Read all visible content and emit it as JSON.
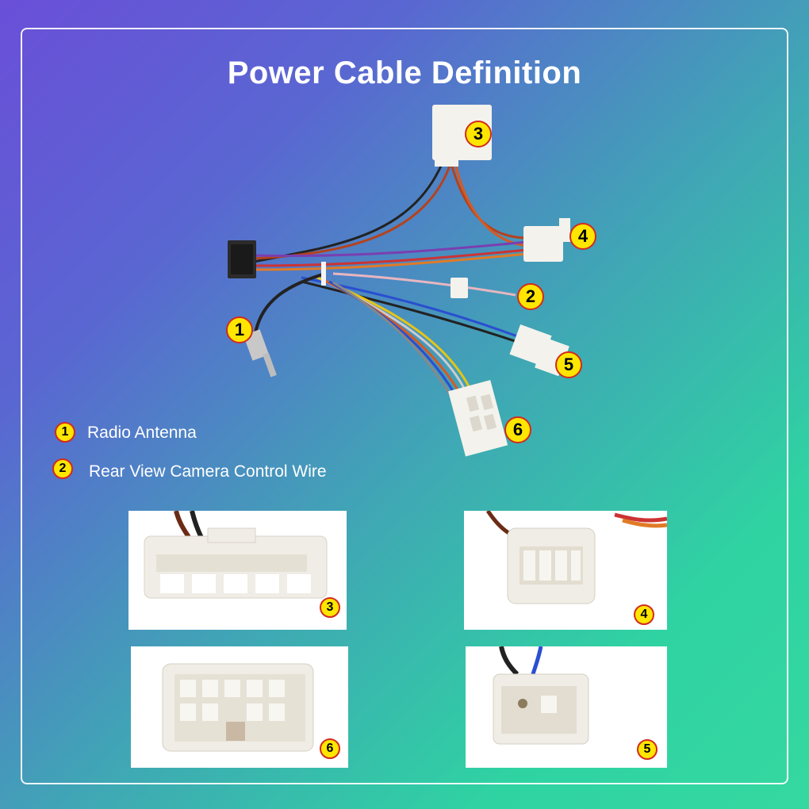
{
  "title": "Power Cable Definition",
  "callouts": {
    "c1": "1",
    "c2": "2",
    "c3": "3",
    "c4": "4",
    "c5": "5",
    "c6": "6"
  },
  "legend": [
    {
      "number": "1",
      "label": "Radio Antenna"
    },
    {
      "number": "2",
      "label": "Rear View Camera Control Wire"
    }
  ],
  "photos": [
    {
      "number": "3"
    },
    {
      "number": "4"
    },
    {
      "number": "6"
    },
    {
      "number": "5"
    }
  ],
  "colors": {
    "badge_fill": "#ffe600",
    "badge_border": "#d12b20",
    "connector": "#f4f2ec"
  }
}
